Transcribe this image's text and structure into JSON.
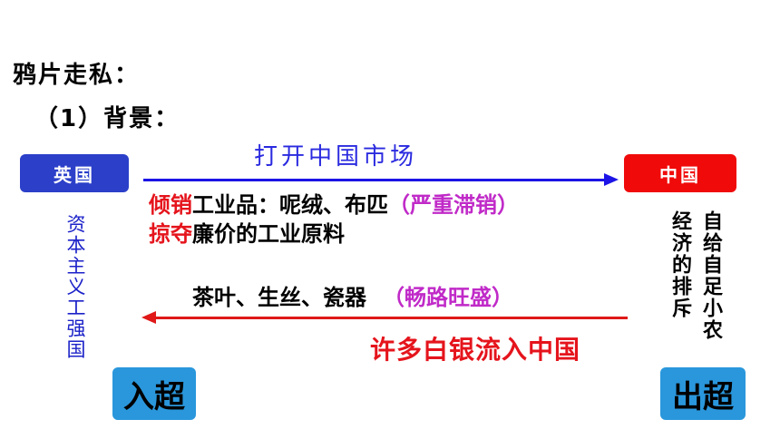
{
  "heading": "鸦片走私：",
  "subheading": "（1）背景：",
  "left_box": {
    "label": "英国",
    "color": "#2b3fc9"
  },
  "right_box": {
    "label": "中国",
    "color": "#f00a0a"
  },
  "top_arrow": {
    "label": "打开中国市场"
  },
  "export_lines": [
    {
      "lead": "倾销",
      "body": "工业品：呢绒、布匹",
      "note": "（严重滞销）"
    },
    {
      "lead": "掠夺",
      "body": "廉价的工业原料",
      "note": ""
    }
  ],
  "import_line": {
    "body": "茶叶、生丝、瓷器",
    "note": "（畅路旺盛）"
  },
  "silver_flow": "许多白银流入中国",
  "left_vertical": "资本主义工强国",
  "right_vertical": [
    "自给自足小农",
    "经济的排斥"
  ],
  "left_badge": "入超",
  "right_badge": "出超"
}
